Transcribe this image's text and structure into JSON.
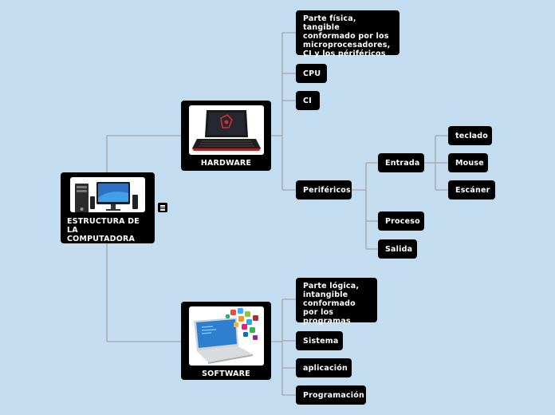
{
  "root": {
    "label": "ESTRUCTURA DE LA COMPUTADORA",
    "image": "desktop-computer-image"
  },
  "hardware": {
    "label": "HARDWARE",
    "image": "laptop-image",
    "children": {
      "definition": "Parte física, tangible conformado por los microprocesadores, CI y los périféricos",
      "cpu": "CPU",
      "ci": "CI",
      "perifericos": {
        "label": "Periféricos",
        "entrada": {
          "label": "Entrada",
          "items": [
            "teclado",
            "Mouse",
            "Escáner"
          ]
        },
        "proceso": "Proceso",
        "salida": "Salida"
      }
    }
  },
  "software": {
    "label": "SOFTWARE",
    "image": "laptop-apps-image",
    "children": {
      "definition": "Parte lógica, intangible conformado por los programas",
      "sistema": "Sistema",
      "aplicacion": "aplicación",
      "programacion": "Programación"
    }
  },
  "colors": {
    "background": "#c3dcf0",
    "node": "#000000",
    "text": "#ffffff",
    "connector": "#a6a6a6"
  }
}
